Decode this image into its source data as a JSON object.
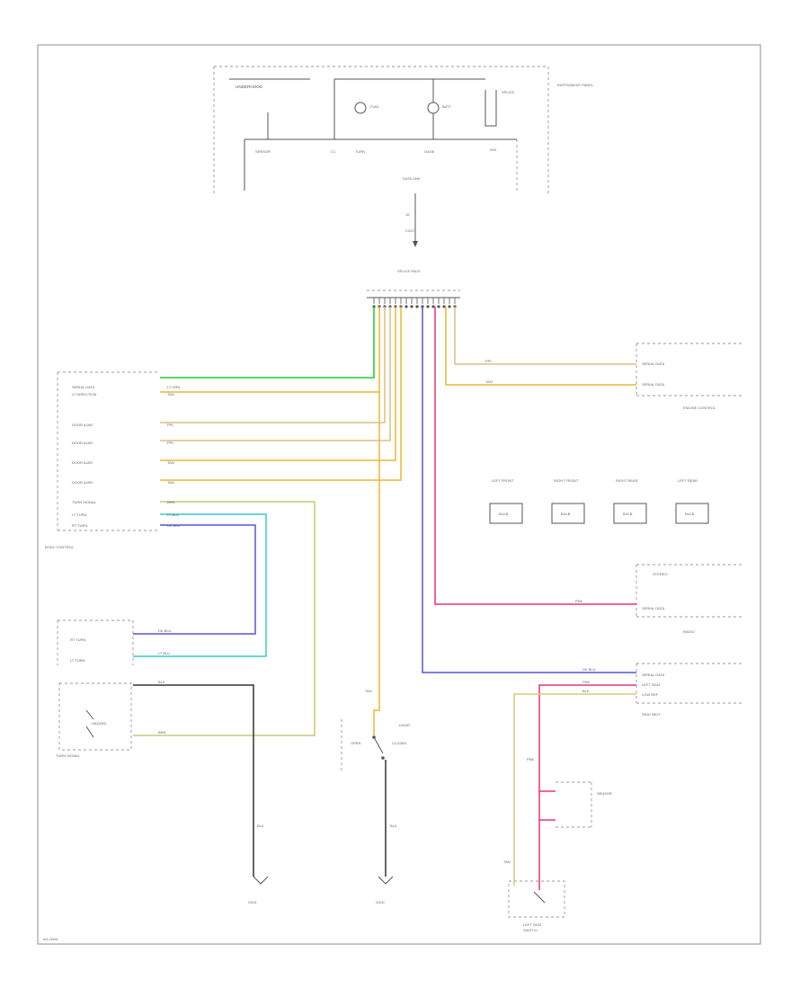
{
  "diagram": {
    "footer_code": "W1-0003",
    "wire_colors": {
      "lt_green": "#22cc22",
      "tan": "#e8b830",
      "purple": "#d9c080",
      "dk_blue": "#5555dd",
      "lt_blue": "#33cccc",
      "pink": "#ee3377",
      "yellow_green": "#c8c878",
      "black": "#333333"
    },
    "top": {
      "header": "UNDERHOOD",
      "module": "INSTRUMENT PANEL",
      "gauge1": "FUEL",
      "gauge2": "BATT",
      "splice": "SPLICE",
      "col1": "SENSOR",
      "col2": "TURN",
      "col3": "GAGE",
      "col4": "IGN",
      "pin_label": "C1",
      "connector": "DATA LINK",
      "ref1": "16",
      "ref2": "C220"
    },
    "junction": {
      "title": "SPLICE PACK"
    },
    "left_module": {
      "title": "BODY CONTROL",
      "rows": [
        "SERIAL DATA",
        "LT DIRECTION",
        "DOOR AJAR",
        "DOOR AJAR",
        "DOOR AJAR",
        "DOOR AJAR",
        "TURN SIGNAL",
        "LT TURN",
        "RT TURN"
      ],
      "wire_labels": [
        "LT GRN",
        "TAN",
        "PPL",
        "PPL",
        "TAN",
        "TAN",
        "BRN",
        "LT BLU",
        "DK BLU"
      ]
    },
    "right_top": {
      "title": "ENGINE CONTROL",
      "rows": [
        "SERIAL DATA",
        "SERIAL DATA"
      ],
      "wire_labels": [
        "PPL",
        "TAN"
      ]
    },
    "bulbs": [
      {
        "label": "LEFT FRONT",
        "id": "BULB"
      },
      {
        "label": "RIGHT FRONT",
        "id": "BULB"
      },
      {
        "label": "RIGHT REAR",
        "id": "BULB"
      },
      {
        "label": "LEFT REAR",
        "id": "BULB"
      }
    ],
    "right_mid": {
      "title": "STEREO",
      "row": "SERIAL DATA",
      "wire_label": "PNK",
      "desc": "RADIO"
    },
    "right_bottom": {
      "title": "SERIAL DATA",
      "rows": [
        "LEFT SEAT",
        "LOW REF"
      ],
      "wire_labels": [
        "DK BLU",
        "PNK",
        "BLK"
      ],
      "desc": "SEAT BELT"
    },
    "turn_switch": {
      "rows": [
        "RT TURN",
        "LT TURN"
      ],
      "inner": "HAZARD",
      "wire_labels": [
        "DK BLU",
        "LT BLU",
        "BLK",
        "BRN"
      ],
      "desc": "TURN SIGNAL"
    },
    "ground1": {
      "label": "G201",
      "wire": "BLK"
    },
    "ground2": {
      "label": "G200",
      "wire": "BLK"
    },
    "door_switch": {
      "label": "DOOR",
      "open": "OPEN",
      "closed": "CLOSED",
      "wire": "TAN"
    },
    "seat_switch": {
      "label": "LEFT SEAT",
      "sensor": "SENSOR",
      "sw": "SWITCH",
      "wire1": "PNK",
      "wire2": "TAN"
    }
  }
}
